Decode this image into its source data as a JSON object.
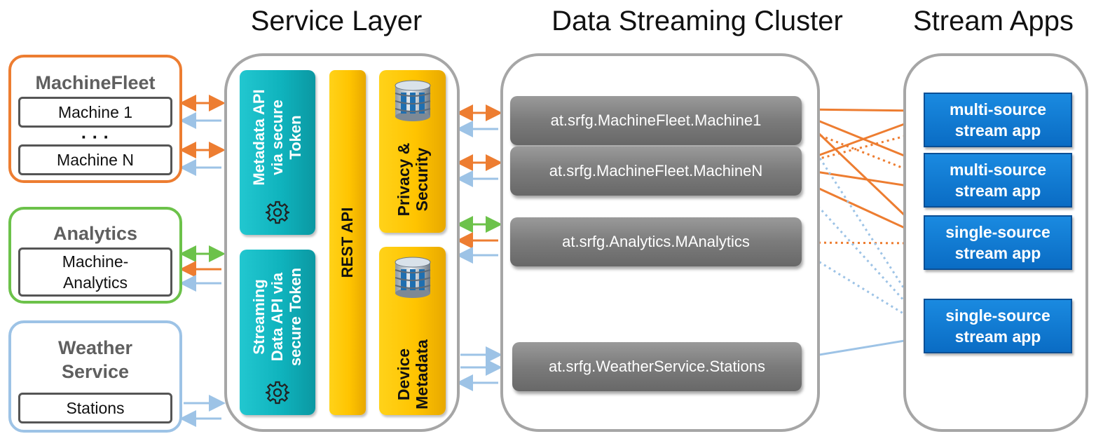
{
  "titles": {
    "service_layer": "Service Layer",
    "cluster": "Data Streaming Cluster",
    "apps": "Stream Apps"
  },
  "sources": {
    "machinefleet": {
      "name": "MachineFleet",
      "items": [
        "Machine 1",
        "Machine N"
      ],
      "ellipsis": "· · ·"
    },
    "analytics": {
      "name": "Analytics",
      "items": [
        "Machine-\nAnalytics"
      ]
    },
    "weather": {
      "name": "Weather\nService",
      "items": [
        "Stations"
      ]
    }
  },
  "service": {
    "metadata_api": "Metadata API\nvia secure\nToken",
    "streaming_api": "Streaming\nData API via\nsecure Token",
    "rest_api": "REST API",
    "privacy": "Privacy &\nSecurity",
    "device_metadata": "Device\nMetadata"
  },
  "topics": [
    "at.srfg.MachineFleet.Machine1",
    "at.srfg.MachineFleet.MachineN",
    "at.srfg.Analytics.MAnalytics",
    "at.srfg.WeatherService.Stations"
  ],
  "apps": [
    "multi-source\nstream app",
    "multi-source\nstream app",
    "single-source\nstream app",
    "single-source\nstream app"
  ],
  "colors": {
    "orange": "#ed7d31",
    "green": "#6cc24a",
    "blue": "#9dc3e6",
    "teal": "#16b8c2",
    "yellow": "#ffc800",
    "gray_topic": "#7f7f7f",
    "app_blue": "#0b72cf"
  },
  "icons": {
    "gear": "gear-icon",
    "database": "database-icon"
  }
}
